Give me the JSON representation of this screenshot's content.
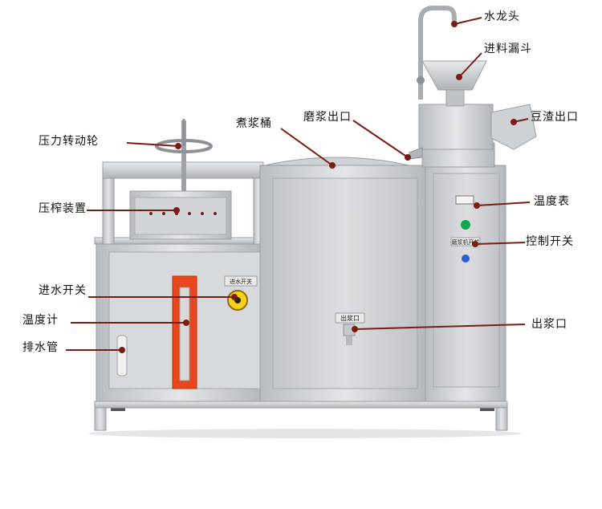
{
  "labels": {
    "faucet": "水龙头",
    "hopper": "进料漏斗",
    "residue_outlet": "豆渣出口",
    "grinding_outlet": "磨浆出口",
    "boiling_tank": "煮浆桶",
    "pressure_wheel": "压力转动轮",
    "press_device": "压榨装置",
    "thermometer_gauge": "温度表",
    "control_switch": "控制开关",
    "water_inlet_switch": "进水开关",
    "temperature_meter": "温度计",
    "drain_pipe": "排水管",
    "slurry_outlet": "出浆口"
  },
  "panel_text": {
    "grinder_switch": "磨浆机开关",
    "inlet_plate": "进水开关",
    "outlet_plate": "出浆口"
  },
  "colors": {
    "steel": "#c9ccd0",
    "leader": "#7a1d12",
    "orange_panel": "#e8461c"
  }
}
